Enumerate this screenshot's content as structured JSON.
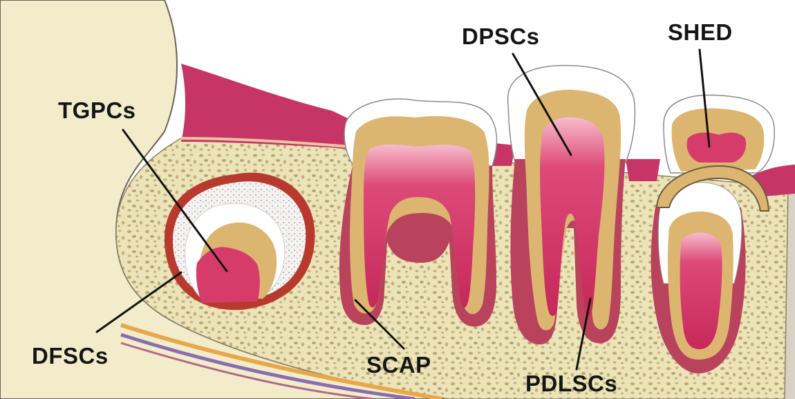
{
  "labels": {
    "tgpcs": "TGPCs",
    "dfscs": "DFSCs",
    "dpscs": "DPSCs",
    "shed": "SHED",
    "scap": "SCAP",
    "pdlscs": "PDLSCs"
  },
  "colors": {
    "background": "#ffffff",
    "soft_tissue": "#f3eccb",
    "bone": "#e8ddb0",
    "gingiva": "#c73566",
    "pulp": "#d63c6a",
    "dentin": "#dcb571",
    "enamel": "#ffffff",
    "follicle": "#b83a2e",
    "ligament": "#b9435c",
    "nerve": "#e7a84a",
    "vessel": "#8a6cb0",
    "pointer": "#111111"
  }
}
